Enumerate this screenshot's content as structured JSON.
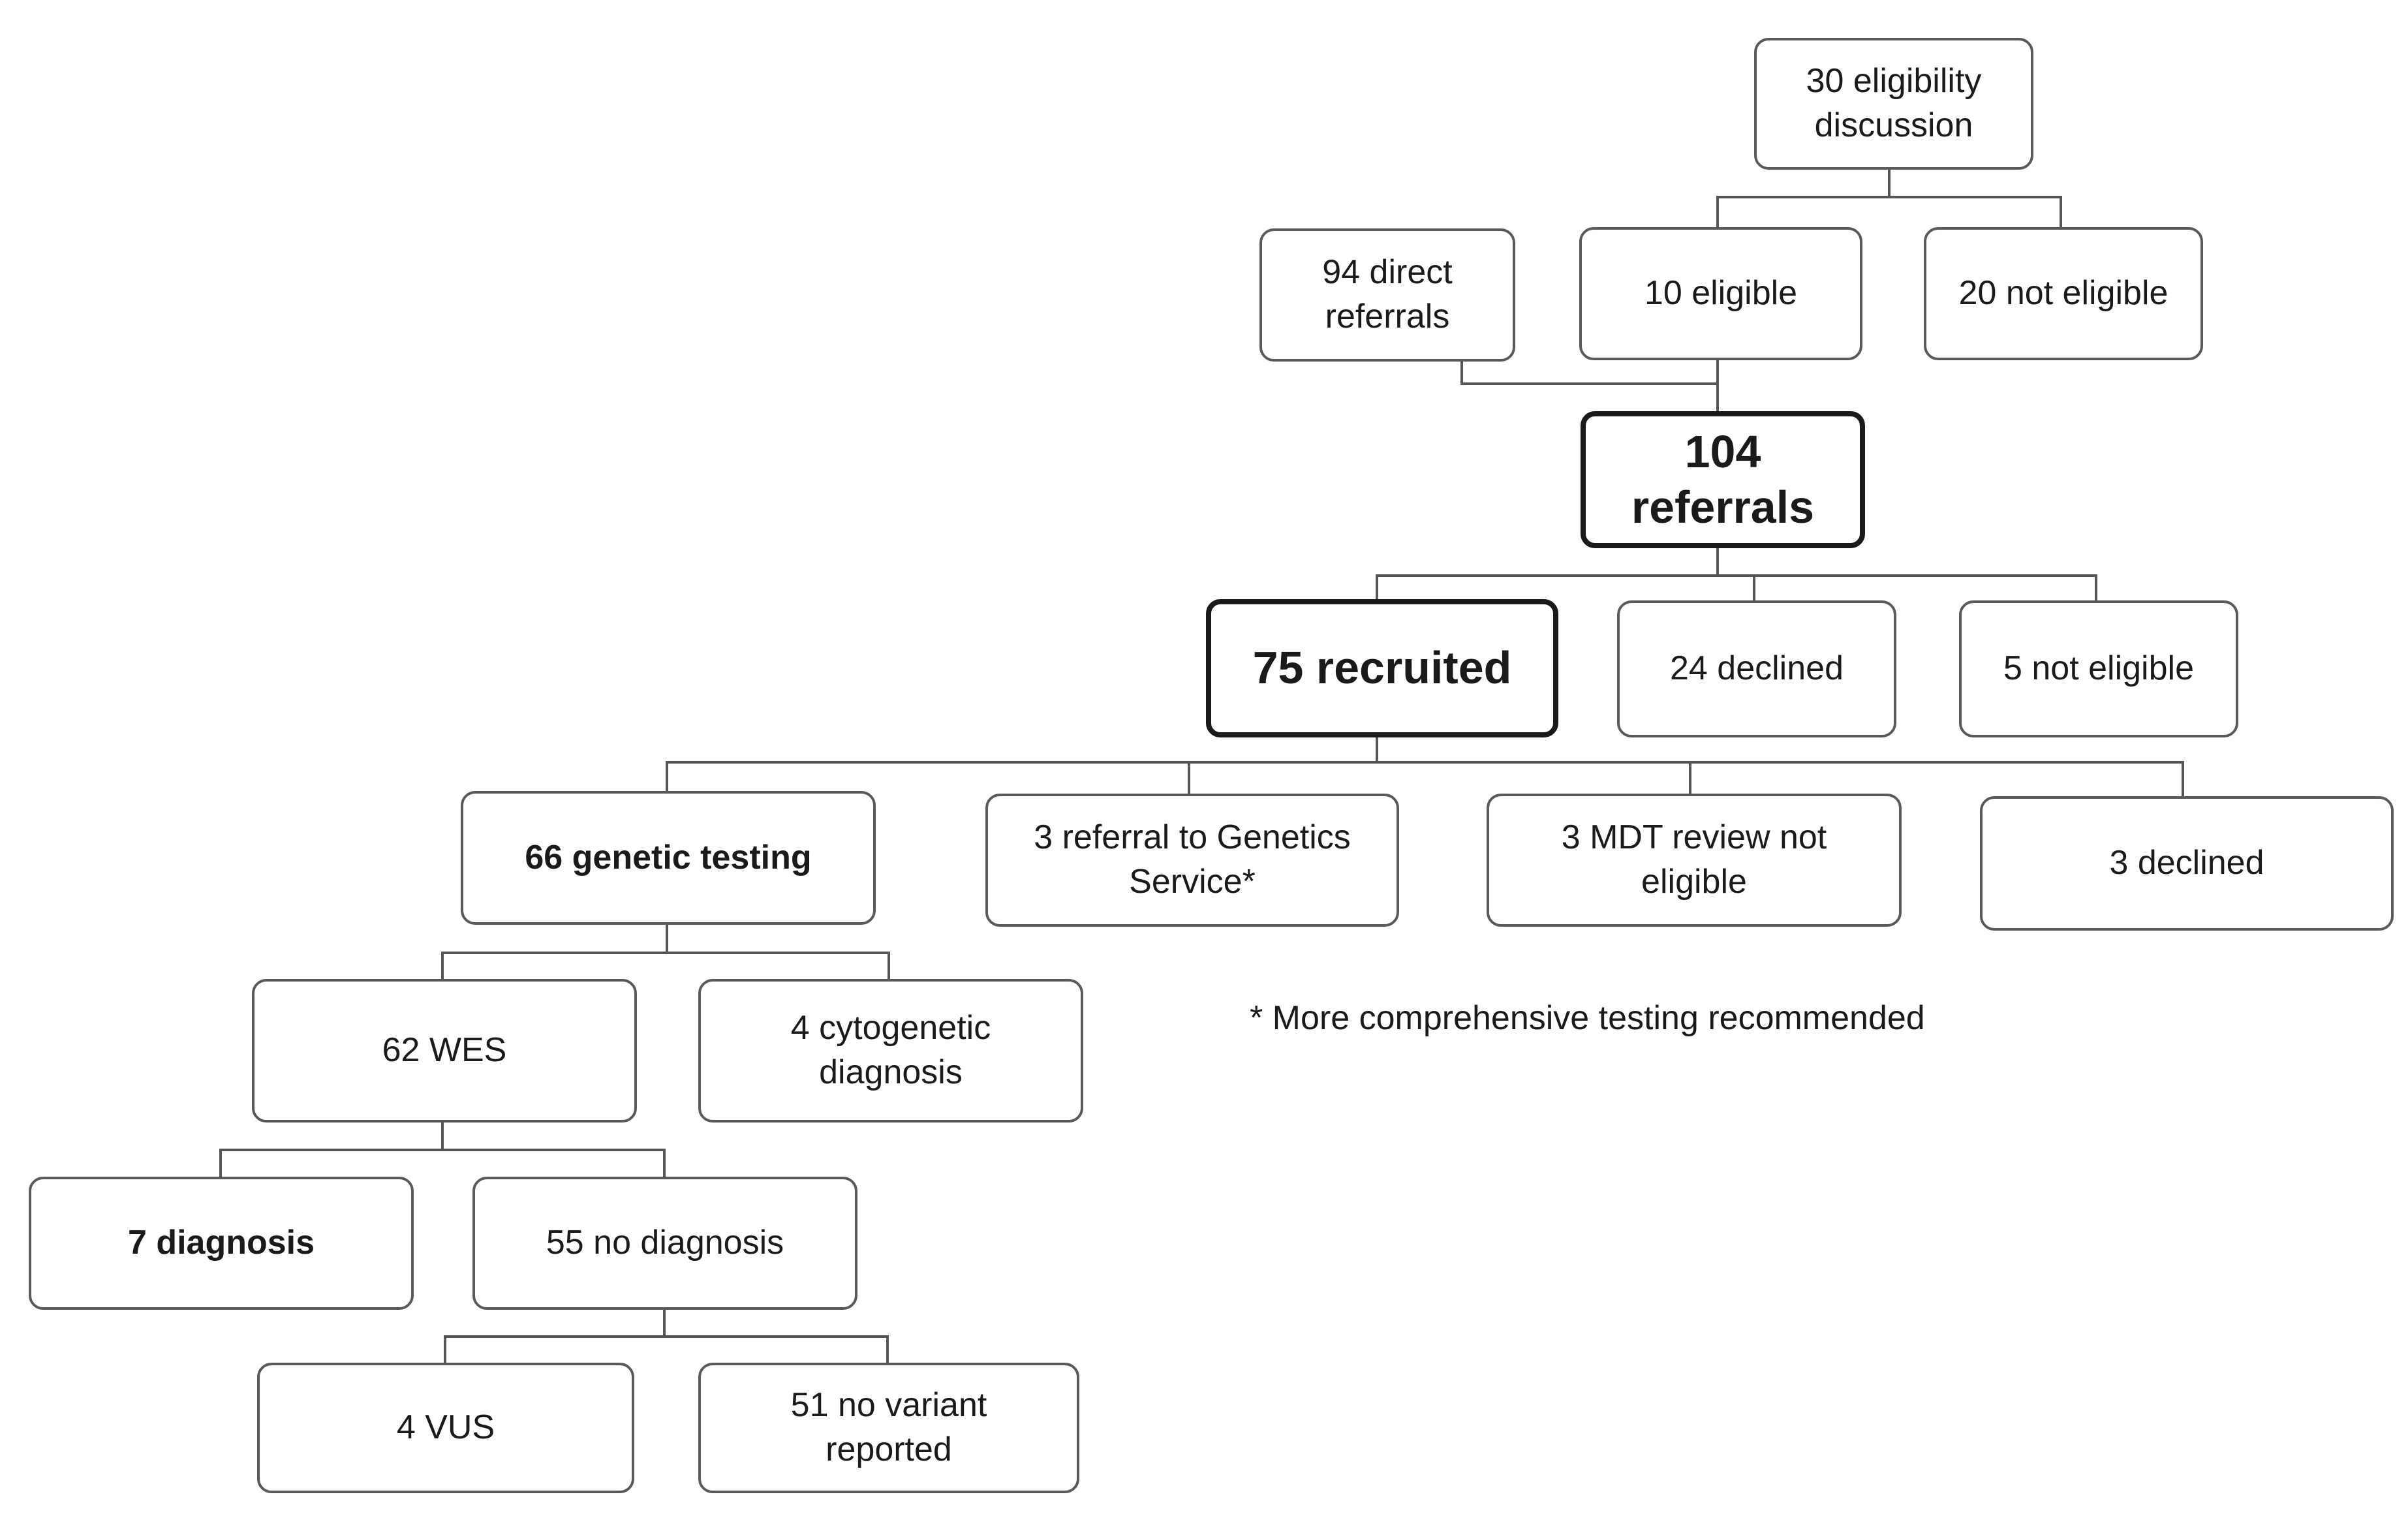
{
  "nodes": {
    "eligibility_discussion": "30 eligibility\ndiscussion",
    "direct_referrals": "94 direct\nreferrals",
    "eligible": "10 eligible",
    "not_eligible_initial": "20 not eligible",
    "referrals": "104\nreferrals",
    "recruited": "75 recruited",
    "declined_referral": "24 declined",
    "not_eligible_referral": "5 not eligible",
    "genetic_testing": "66 genetic testing",
    "referral_genetics": "3 referral to Genetics\nService*",
    "mdt_review": "3 MDT review not\neligible",
    "declined_recruited": "3 declined",
    "wes": "62 WES",
    "cytogenetic": "4 cytogenetic\ndiagnosis",
    "diagnosis": "7 diagnosis",
    "no_diagnosis": "55 no diagnosis",
    "vus": "4 VUS",
    "no_variant": "51 no variant\nreported"
  },
  "footnote": "* More comprehensive testing recommended"
}
